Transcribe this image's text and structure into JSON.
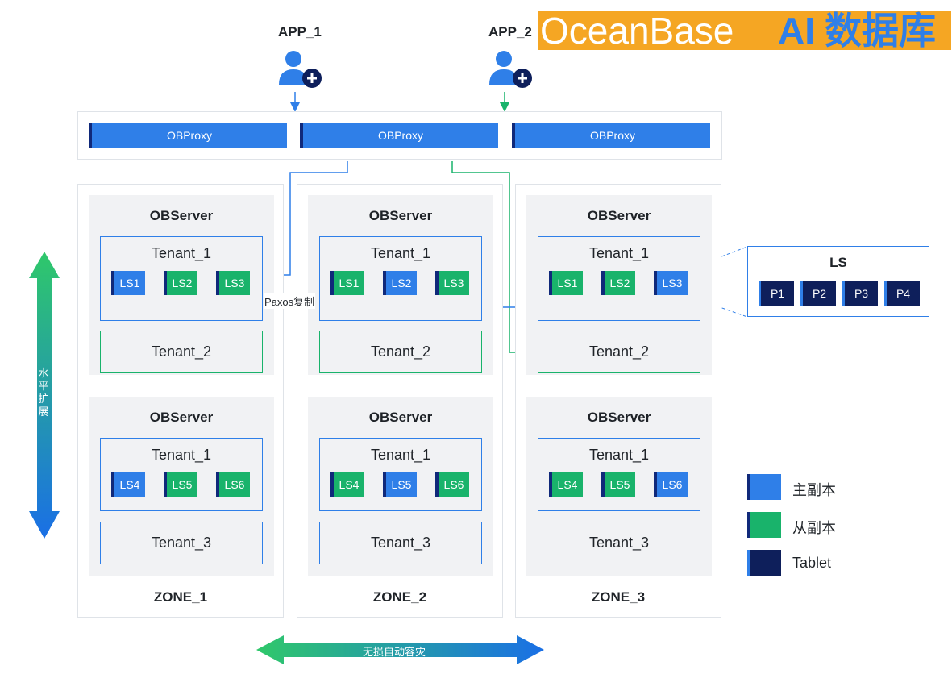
{
  "apps": [
    {
      "label": "APP_1"
    },
    {
      "label": "APP_2"
    }
  ],
  "banner": {
    "brand": "OceanBase",
    "ai": "AI",
    "suffix": "数据库"
  },
  "proxies": [
    "OBProxy",
    "OBProxy",
    "OBProxy"
  ],
  "zones": [
    {
      "name": "ZONE_1",
      "servers": [
        {
          "title": "OBServer",
          "tenant_main": "Tenant_1",
          "ls": [
            {
              "label": "LS1",
              "role": "leader"
            },
            {
              "label": "LS2",
              "role": "follower"
            },
            {
              "label": "LS3",
              "role": "follower"
            }
          ],
          "tenant_other": "Tenant_2"
        },
        {
          "title": "OBServer",
          "tenant_main": "Tenant_1",
          "ls": [
            {
              "label": "LS4",
              "role": "leader"
            },
            {
              "label": "LS5",
              "role": "follower"
            },
            {
              "label": "LS6",
              "role": "follower"
            }
          ],
          "tenant_other": "Tenant_3"
        }
      ]
    },
    {
      "name": "ZONE_2",
      "servers": [
        {
          "title": "OBServer",
          "tenant_main": "Tenant_1",
          "ls": [
            {
              "label": "LS1",
              "role": "follower"
            },
            {
              "label": "LS2",
              "role": "leader"
            },
            {
              "label": "LS3",
              "role": "follower"
            }
          ],
          "tenant_other": "Tenant_2"
        },
        {
          "title": "OBServer",
          "tenant_main": "Tenant_1",
          "ls": [
            {
              "label": "LS4",
              "role": "follower"
            },
            {
              "label": "LS5",
              "role": "leader"
            },
            {
              "label": "LS6",
              "role": "follower"
            }
          ],
          "tenant_other": "Tenant_3"
        }
      ]
    },
    {
      "name": "ZONE_3",
      "servers": [
        {
          "title": "OBServer",
          "tenant_main": "Tenant_1",
          "ls": [
            {
              "label": "LS1",
              "role": "follower"
            },
            {
              "label": "LS2",
              "role": "follower"
            },
            {
              "label": "LS3",
              "role": "leader"
            }
          ],
          "tenant_other": "Tenant_2"
        },
        {
          "title": "OBServer",
          "tenant_main": "Tenant_1",
          "ls": [
            {
              "label": "LS4",
              "role": "follower"
            },
            {
              "label": "LS5",
              "role": "follower"
            },
            {
              "label": "LS6",
              "role": "leader"
            }
          ],
          "tenant_other": "Tenant_3"
        }
      ]
    }
  ],
  "paxos_label": "Paxos复制",
  "ls_panel": {
    "title": "LS",
    "tablets": [
      "P1",
      "P2",
      "P3",
      "P4"
    ]
  },
  "legend": [
    {
      "label": "主副本",
      "color": "#2f7fe8"
    },
    {
      "label": "从副本",
      "color": "#19b36b"
    },
    {
      "label": "Tablet",
      "color": "#0e1f5b"
    }
  ],
  "vertical_arrow": {
    "label": "水平扩展"
  },
  "horizontal_arrow": {
    "label": "无损自动容灾"
  },
  "colors": {
    "leader": "#2f7fe8",
    "follower": "#19b36b",
    "tablet": "#0e1f5b",
    "banner": "#f5a623"
  }
}
